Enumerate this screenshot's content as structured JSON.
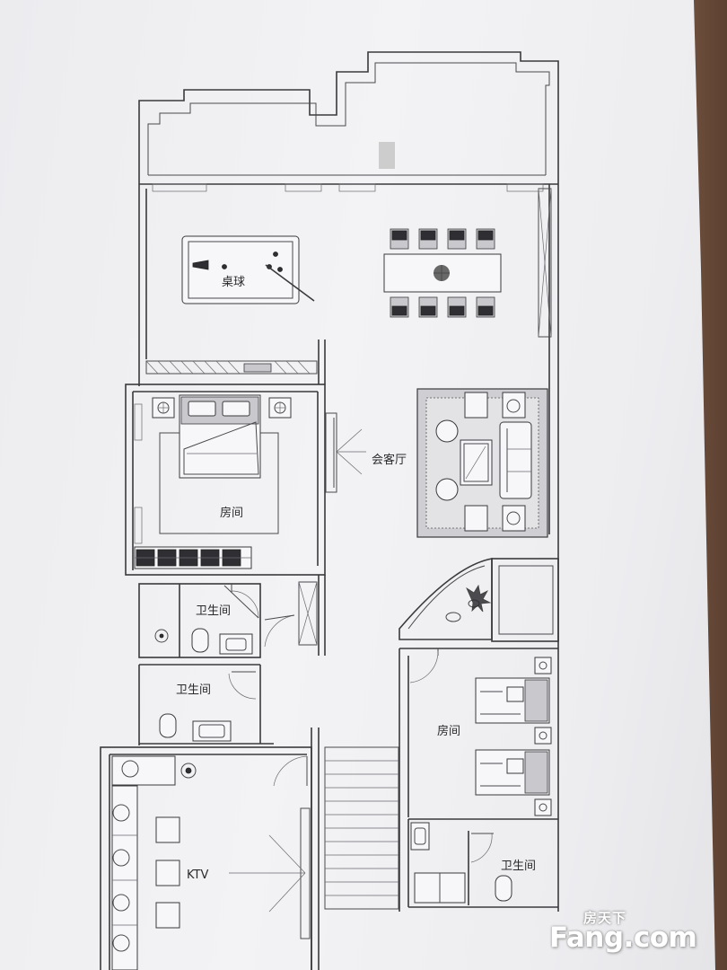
{
  "rooms": {
    "billiards": "桌球",
    "lounge": "会客厅",
    "bedroom_master": "房间",
    "bath_upper": "卫生间",
    "bath_middle": "卫生间",
    "ktv": "KTV",
    "bedroom_twin": "房间",
    "bath_lower": "卫生间"
  },
  "watermark": {
    "top": "房天下",
    "main": "Fang.com"
  },
  "colors": {
    "line": "#3a3a3d",
    "paper": "#f0f0f2",
    "edge": "#6b4c3b"
  }
}
